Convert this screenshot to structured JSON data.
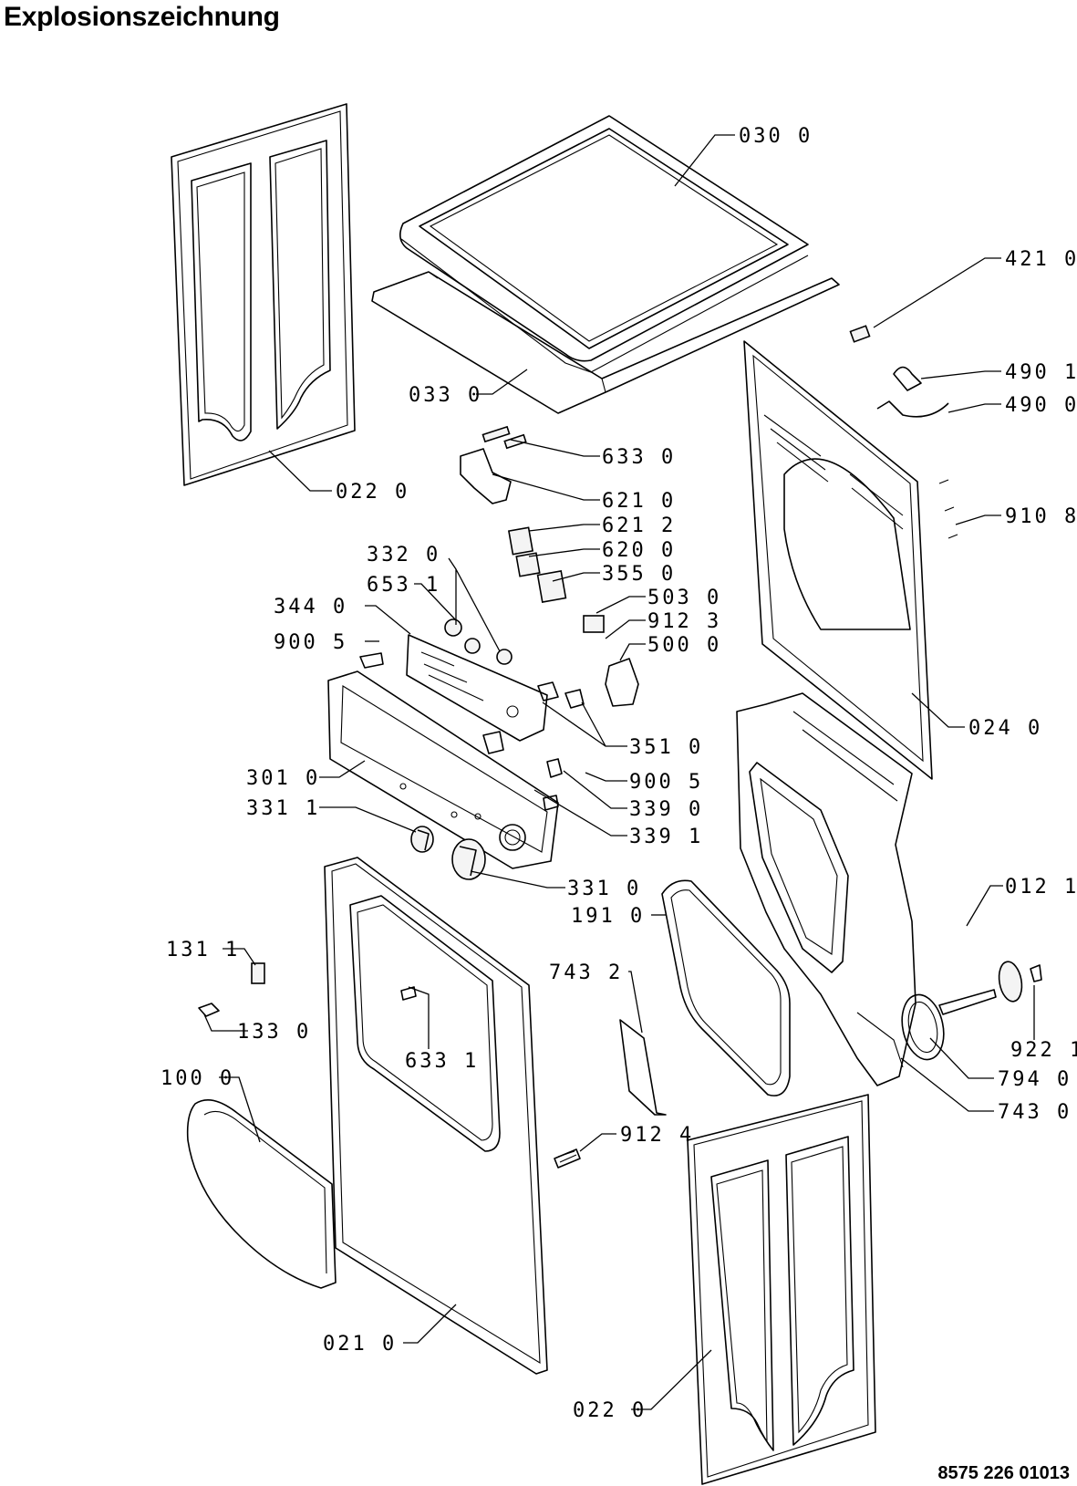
{
  "title": "Explosionszeichnung",
  "doc_number": "8575 226 01013",
  "callouts": [
    {
      "id": "c-030-0",
      "text": "030 0"
    },
    {
      "id": "c-421-0",
      "text": "421 0"
    },
    {
      "id": "c-490-1",
      "text": "490 1"
    },
    {
      "id": "c-490-0",
      "text": "490 0"
    },
    {
      "id": "c-033-0",
      "text": "033 0"
    },
    {
      "id": "c-633-0",
      "text": "633 0"
    },
    {
      "id": "c-022-0-top",
      "text": "022 0"
    },
    {
      "id": "c-621-0",
      "text": "621 0"
    },
    {
      "id": "c-910-8",
      "text": "910 8"
    },
    {
      "id": "c-621-2",
      "text": "621 2"
    },
    {
      "id": "c-332-0",
      "text": "332 0"
    },
    {
      "id": "c-620-0",
      "text": "620 0"
    },
    {
      "id": "c-653-1",
      "text": "653 1"
    },
    {
      "id": "c-355-0",
      "text": "355 0"
    },
    {
      "id": "c-344-0",
      "text": "344 0"
    },
    {
      "id": "c-503-0",
      "text": "503 0"
    },
    {
      "id": "c-912-3",
      "text": "912 3"
    },
    {
      "id": "c-900-5-left",
      "text": "900 5"
    },
    {
      "id": "c-500-0",
      "text": "500 0"
    },
    {
      "id": "c-024-0",
      "text": "024 0"
    },
    {
      "id": "c-351-0",
      "text": "351 0"
    },
    {
      "id": "c-301-0",
      "text": "301 0"
    },
    {
      "id": "c-900-5-right",
      "text": "900 5"
    },
    {
      "id": "c-331-1",
      "text": "331 1"
    },
    {
      "id": "c-339-0",
      "text": "339 0"
    },
    {
      "id": "c-339-1",
      "text": "339 1"
    },
    {
      "id": "c-331-0",
      "text": "331 0"
    },
    {
      "id": "c-012-1",
      "text": "012 1"
    },
    {
      "id": "c-191-0",
      "text": "191 0"
    },
    {
      "id": "c-131-1",
      "text": "131 1"
    },
    {
      "id": "c-743-2",
      "text": "743 2"
    },
    {
      "id": "c-922-1",
      "text": "922 1"
    },
    {
      "id": "c-133-0",
      "text": "133 0"
    },
    {
      "id": "c-633-1",
      "text": "633 1"
    },
    {
      "id": "c-794-0",
      "text": "794 0"
    },
    {
      "id": "c-100-0",
      "text": "100 0"
    },
    {
      "id": "c-743-0",
      "text": "743 0"
    },
    {
      "id": "c-912-4",
      "text": "912 4"
    },
    {
      "id": "c-021-0",
      "text": "021 0"
    },
    {
      "id": "c-022-0-bottom",
      "text": "022 0"
    }
  ]
}
